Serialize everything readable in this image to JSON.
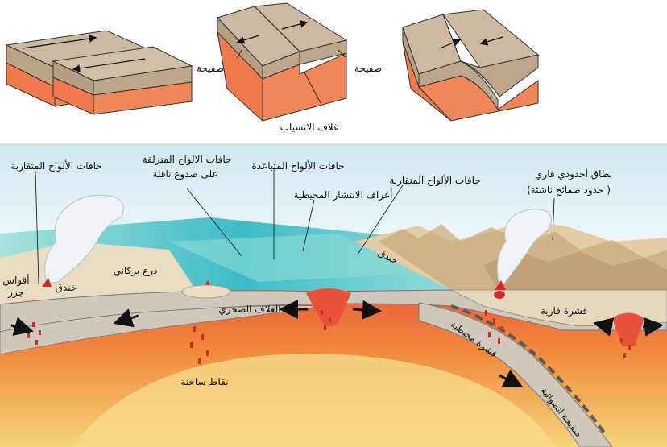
{
  "top": {
    "plate_left": "صفيحة",
    "plate_right": "صفيحة",
    "flow_sheath": "غلاف الانسياب"
  },
  "bottom": {
    "convergent_left": "حافات الألواح المتقاربة",
    "transform": "حافات الالواح المنزلقة",
    "transform_line2": "على صدوع ناقلة",
    "divergent": "حافات الألواح المتباعدة",
    "convergent_right": "حافات الألواح المتقاربة",
    "ridges": "أعراف الانتشار المحيطية",
    "rift": "نطاق أخدودي قاري",
    "rift_line2": "(حدود صفائح ناشئة )",
    "island_arcs": "أقواس",
    "island_arcs_line2": "جزر",
    "trench_left": "خندق",
    "volcanic_shield": "درع بركاني",
    "trench_mid": "خندق",
    "lithosphere": "الغلاف الصخري",
    "continental_crust": "قشرة قارية",
    "oceanic_crust": "قشرة محيطية",
    "hot_spots": "نقاط ساخنة",
    "subducting_plate": "صفيحة انضوائية"
  },
  "colors": {
    "mantle_deep": "#f2c24a",
    "mantle_mid": "#f08a3c",
    "mantle_hot": "#e8523a",
    "lithosphere": "#cfc8bb",
    "crust_top": "#c7b299",
    "crust_side": "#b39a7e",
    "ocean_shallow": "#6fd3d0",
    "ocean_deep": "#2aa8b8",
    "sky": "#e8f3f6",
    "magma": "#d9262a"
  }
}
